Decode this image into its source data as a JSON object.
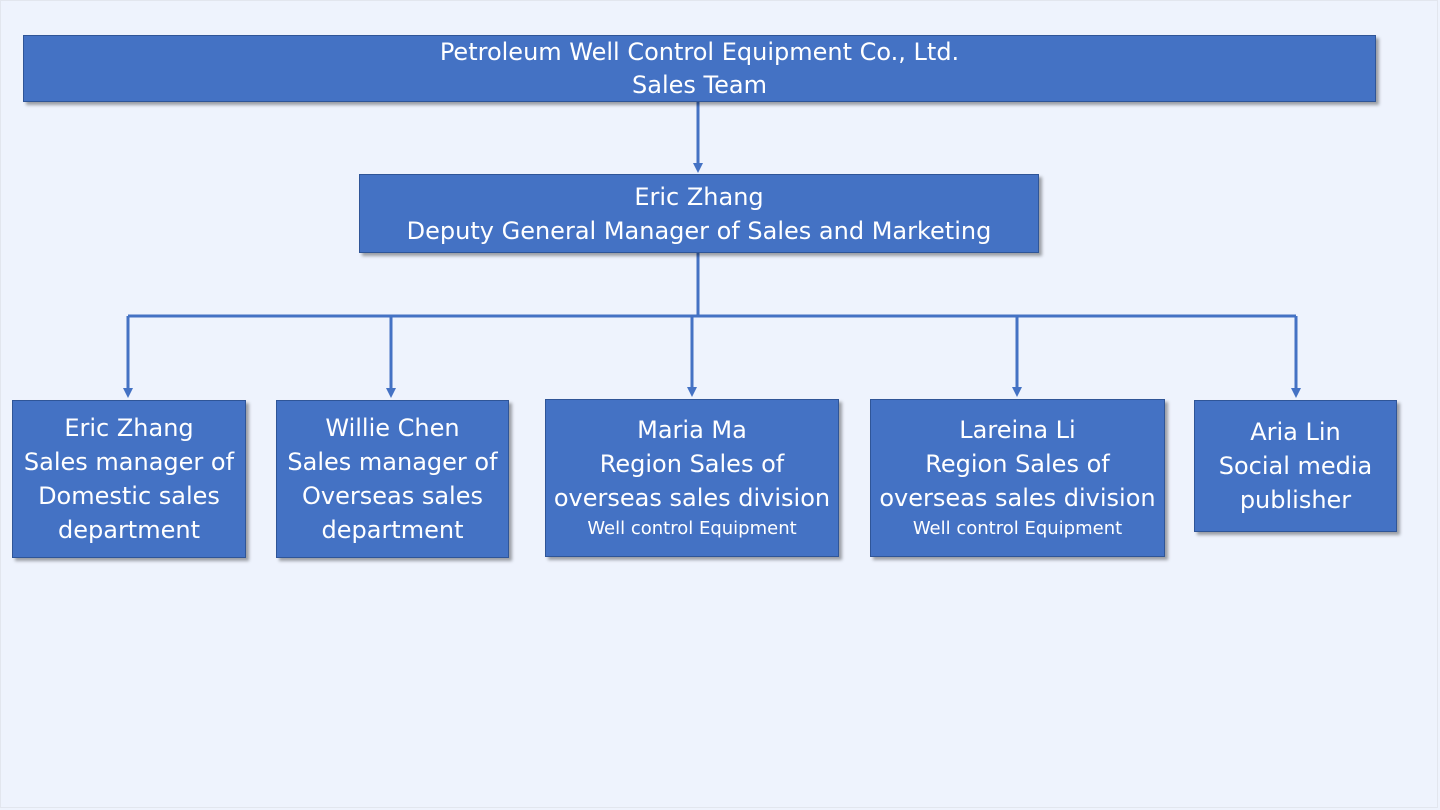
{
  "top": {
    "line1": "Petroleum Well Control Equipment Co., Ltd.",
    "line2": "Sales Team"
  },
  "manager": {
    "name": "Eric Zhang",
    "title": "Deputy General Manager of Sales and Marketing"
  },
  "members": [
    {
      "name": "Eric Zhang",
      "lines": [
        "Sales manager of",
        "Domestic sales",
        "department"
      ],
      "note": ""
    },
    {
      "name": "Willie Chen",
      "lines": [
        "Sales manager of",
        "Overseas sales",
        "department"
      ],
      "note": ""
    },
    {
      "name": "Maria Ma",
      "lines": [
        "Region Sales of",
        "overseas sales division"
      ],
      "note": "Well control Equipment"
    },
    {
      "name": "Lareina Li",
      "lines": [
        "Region Sales of",
        "overseas sales division"
      ],
      "note": "Well control Equipment"
    },
    {
      "name": "Aria Lin",
      "lines": [
        "Social media",
        "publisher"
      ],
      "note": ""
    }
  ],
  "colors": {
    "box_fill": "#4472c4",
    "connector": "#4472c4",
    "background": "#eef3fd"
  }
}
